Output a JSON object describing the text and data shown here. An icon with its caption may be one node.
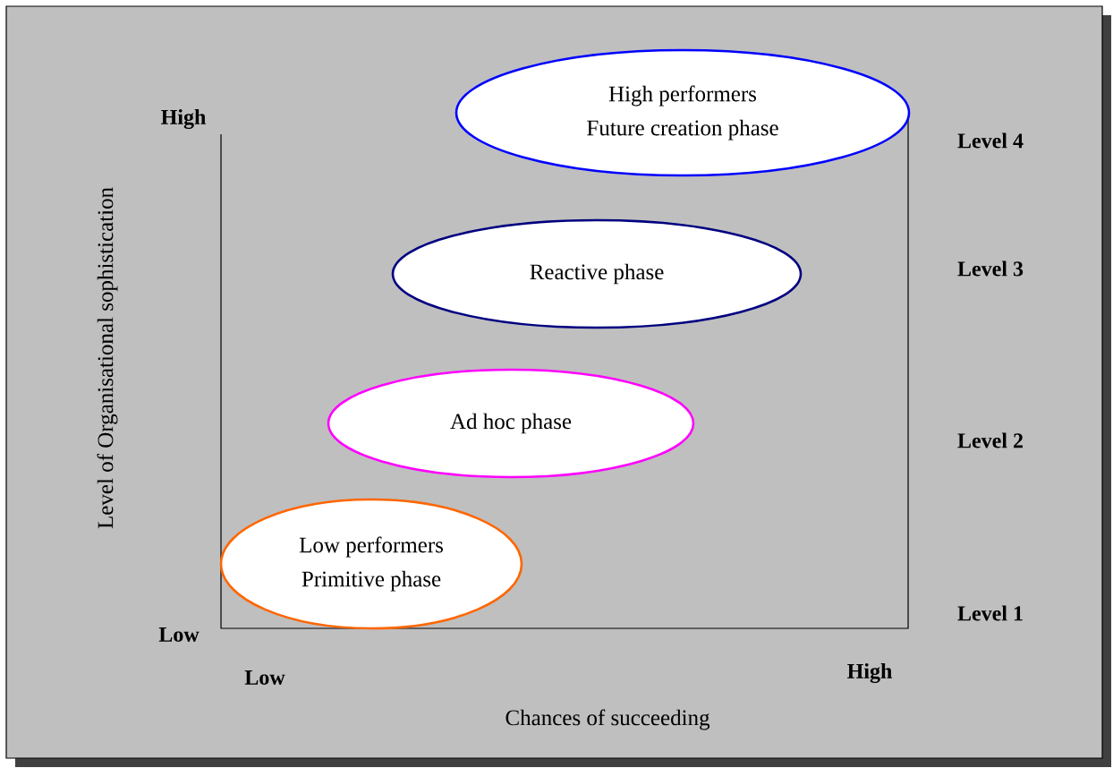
{
  "diagram": {
    "nodes": [
      {
        "text": [
          "High performers",
          "Future creation phase"
        ]
      },
      {
        "text": [
          "Reactive phase"
        ]
      },
      {
        "text": [
          "Ad hoc phase"
        ]
      },
      {
        "text": [
          "Low performers",
          "Primitive phase"
        ]
      }
    ],
    "labels": [
      "High",
      "Level 4",
      "Level 3",
      "Level 2",
      "Level of Organisational sophistication",
      "Level 1",
      "Low",
      "Low",
      "High",
      "Chances of succeeding"
    ]
  }
}
